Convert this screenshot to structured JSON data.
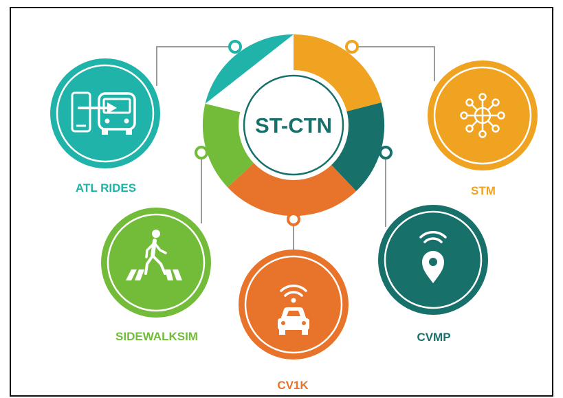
{
  "hub": {
    "label": "ST-CTN",
    "segment_colors": [
      "#f0a320",
      "#17706a",
      "#e8732a",
      "#72bc3a",
      "#1fb3a9"
    ]
  },
  "nodes": [
    {
      "id": "atl-rides",
      "label": "ATL RIDES",
      "color": "#1fb3a9",
      "icon": "phone-to-bus-icon"
    },
    {
      "id": "stm",
      "label": "STM",
      "color": "#f0a320",
      "icon": "network-hub-icon"
    },
    {
      "id": "sidewalksim",
      "label": "SIDEWALKSIM",
      "color": "#72bc3a",
      "icon": "pedestrian-crosswalk-icon"
    },
    {
      "id": "cv1k",
      "label": "CV1K",
      "color": "#e8732a",
      "icon": "connected-car-icon"
    },
    {
      "id": "cvmp",
      "label": "CVMP",
      "color": "#17706a",
      "icon": "wireless-location-pin-icon"
    }
  ],
  "connector_color": "#9a9a9a"
}
